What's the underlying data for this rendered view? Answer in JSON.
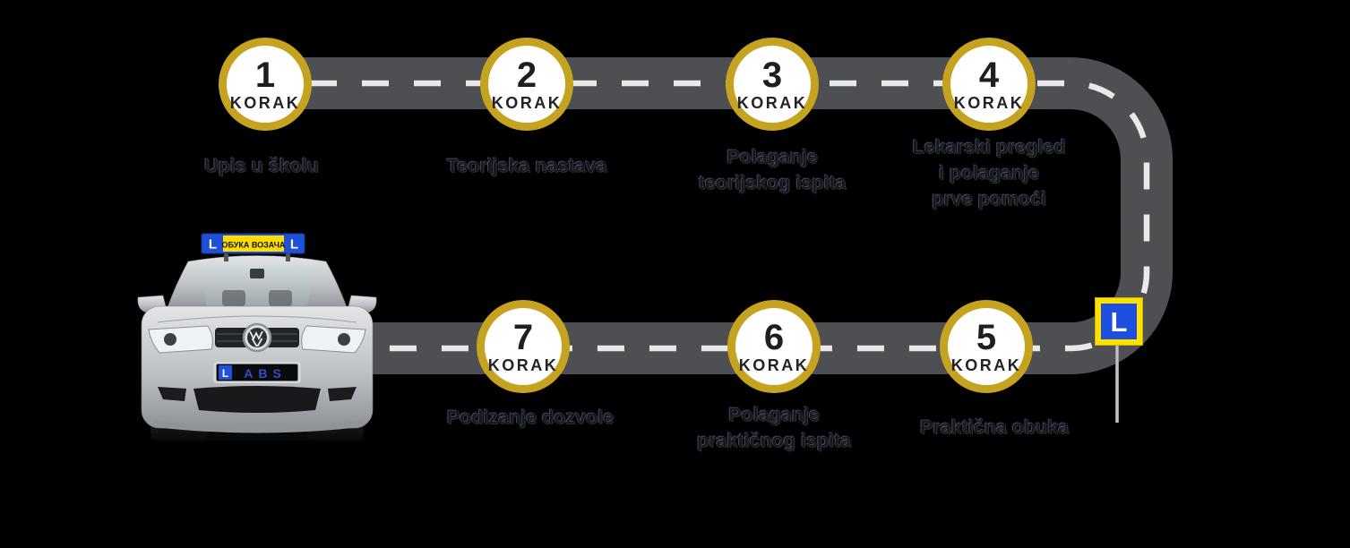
{
  "title": "Driving school steps infographic",
  "colors": {
    "background": "#000000",
    "road": "#4E4F52",
    "road_center_line": "#E9E9E9",
    "circle_ring_gold": "#C5A21F",
    "circle_fill": "#FFFFFF",
    "step_text": "#1E1E20",
    "sign_blue": "#1C4FE0",
    "sign_yellow": "#FFE000",
    "car_silver": "#C6C9CD"
  },
  "steps": [
    {
      "number": "1",
      "korak": "KORAK",
      "label_lines": [
        "Upis u školu"
      ]
    },
    {
      "number": "2",
      "korak": "KORAK",
      "label_lines": [
        "Teorijska nastava"
      ]
    },
    {
      "number": "3",
      "korak": "KORAK",
      "label_lines": [
        "Polaganje",
        "teorijskog ispita"
      ]
    },
    {
      "number": "4",
      "korak": "KORAK",
      "label_lines": [
        "Lekarski pregled",
        "i polaganje",
        "prve pomoći"
      ]
    },
    {
      "number": "5",
      "korak": "KORAK",
      "label_lines": [
        "Praktična obuka"
      ]
    },
    {
      "number": "6",
      "korak": "KORAK",
      "label_lines": [
        "Polaganje",
        "praktičnog ispita"
      ]
    },
    {
      "number": "7",
      "korak": "KORAK",
      "label_lines": [
        "Podizanje dozvole"
      ]
    }
  ],
  "road_sign": {
    "letter": "L"
  },
  "car": {
    "roof_sign_left_letter": "L",
    "roof_sign_text": "ОБУКА ВОЗАЧА",
    "roof_sign_right_letter": "L",
    "plate_letter": "L",
    "plate_text": "ABS"
  }
}
